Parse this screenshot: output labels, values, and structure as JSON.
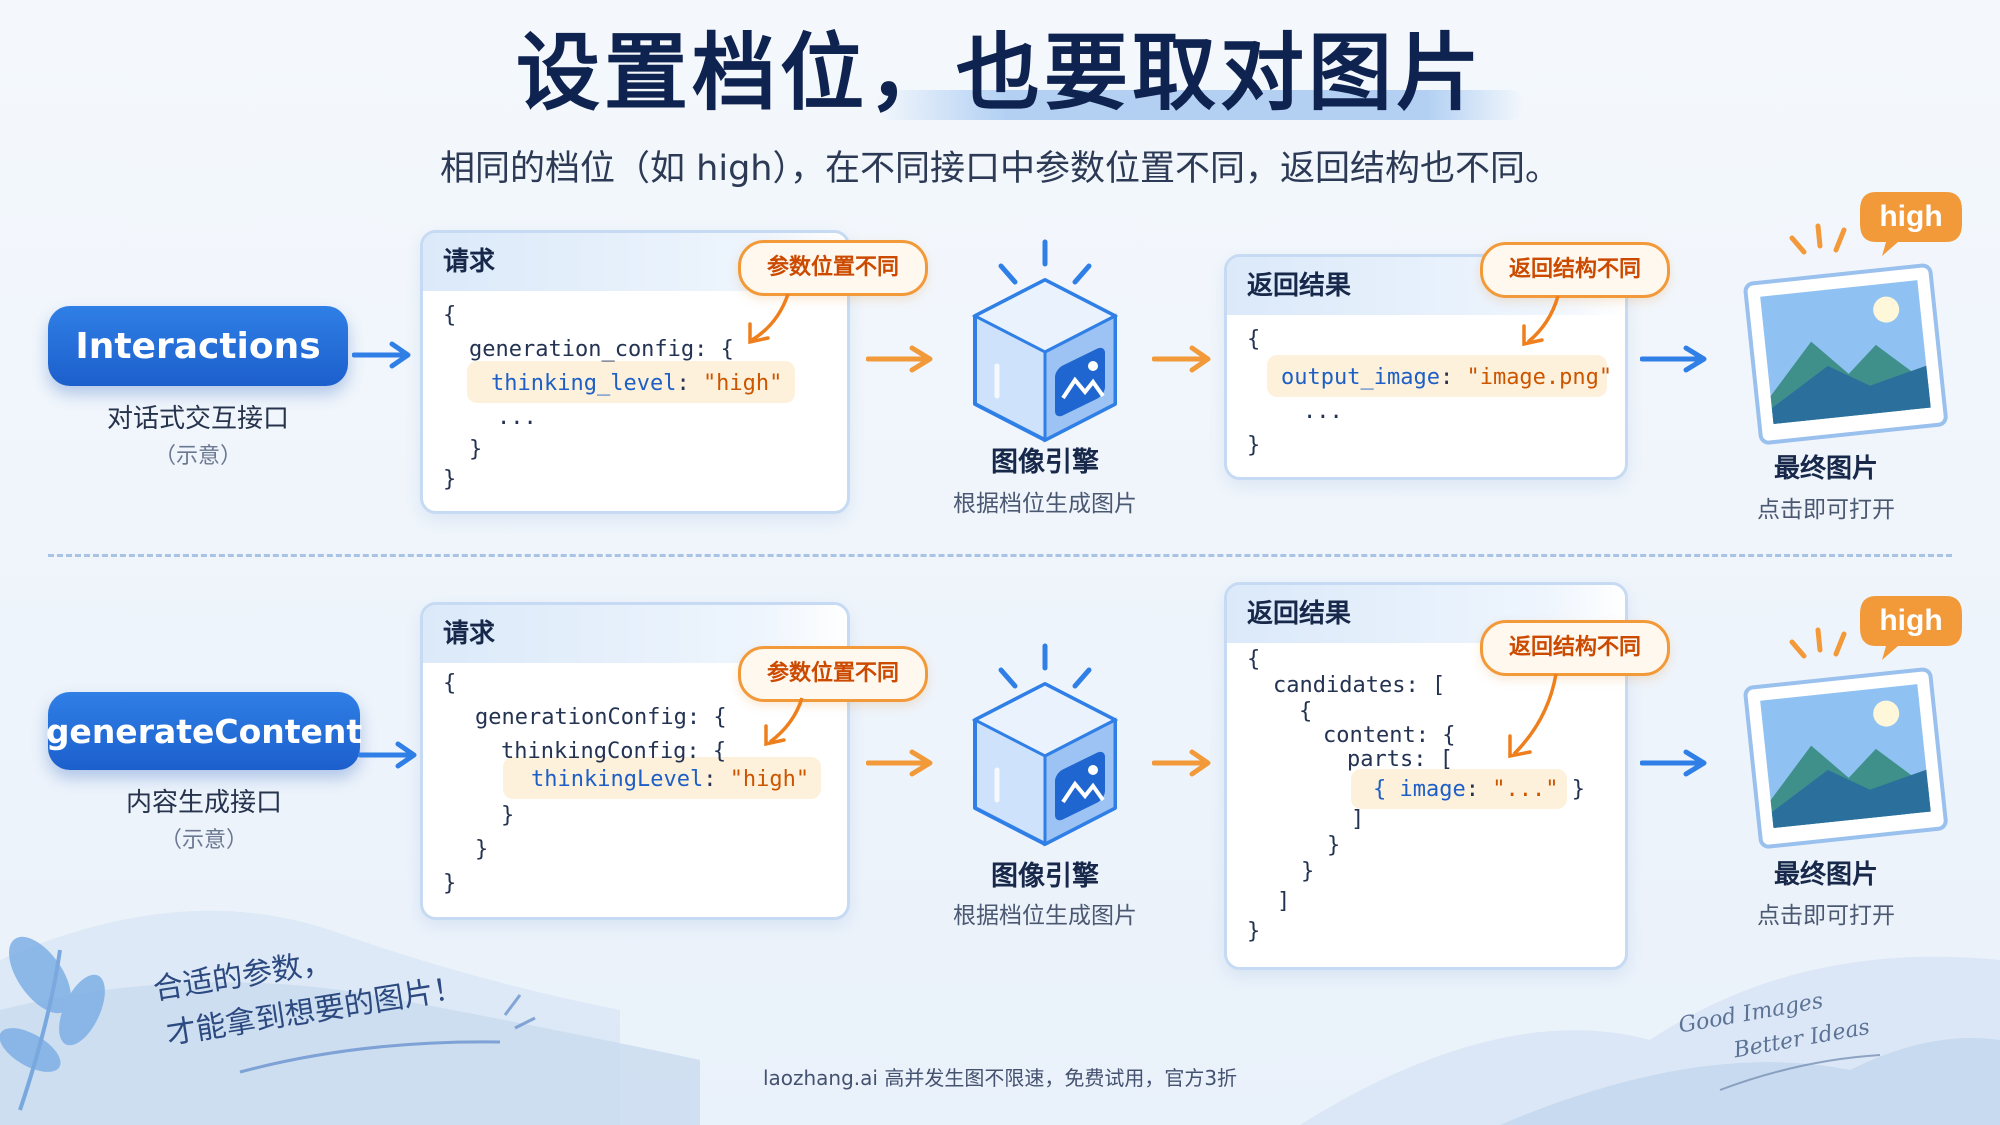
{
  "title": "设置档位，也要取对图片",
  "subtitle": "相同的档位（如 high），在不同接口中参数位置不同，返回结构也不同。",
  "rows": [
    {
      "api_name": "Interactions",
      "api_desc": "对话式交互接口",
      "api_note": "（示意）",
      "request_title": "请求",
      "request_callout": "参数位置不同",
      "request_lines": [
        "{",
        "generation_config: {",
        "thinking_level: \"high\"",
        "...",
        "}",
        "}"
      ],
      "engine_label": "图像引擎",
      "engine_desc": "根据档位生成图片",
      "response_title": "返回结果",
      "response_callout": "返回结构不同",
      "response_lines": [
        "{",
        "output_image: \"image.png\"",
        "...",
        "}"
      ],
      "badge": "high",
      "final_label": "最终图片",
      "final_desc": "点击即可打开"
    },
    {
      "api_name": "generateContent",
      "api_desc": "内容生成接口",
      "api_note": "（示意）",
      "request_title": "请求",
      "request_callout": "参数位置不同",
      "request_lines": [
        "{",
        "generationConfig: {",
        "thinkingConfig: {",
        "thinkingLevel: \"high\"",
        "}",
        "}",
        "}"
      ],
      "engine_label": "图像引擎",
      "engine_desc": "根据档位生成图片",
      "response_title": "返回结果",
      "response_callout": "返回结构不同",
      "response_lines": [
        "{",
        "candidates: [",
        "{",
        "content: {",
        "parts: [",
        "{ image: \"...\" }",
        "]",
        "}",
        "}",
        "]",
        "}"
      ],
      "badge": "high",
      "final_label": "最终图片",
      "final_desc": "点击即可打开"
    }
  ],
  "hand_note": [
    "合适的参数，",
    "才能拿到想要的图片！"
  ],
  "tagline": [
    "Good Images",
    "Better Ideas"
  ],
  "footer": "laozhang.ai  高并发生图不限速，免费试用，官方3折",
  "colors": {
    "primary_blue": "#1c5fcc",
    "accent_orange": "#f29a3a",
    "highlight_bg": "#fdf1dc",
    "title": "#0f2350"
  },
  "icons": [
    "arrow-right-icon",
    "image-engine-cube-icon",
    "picture-icon",
    "sparkle-icon",
    "leaf-icon"
  ]
}
